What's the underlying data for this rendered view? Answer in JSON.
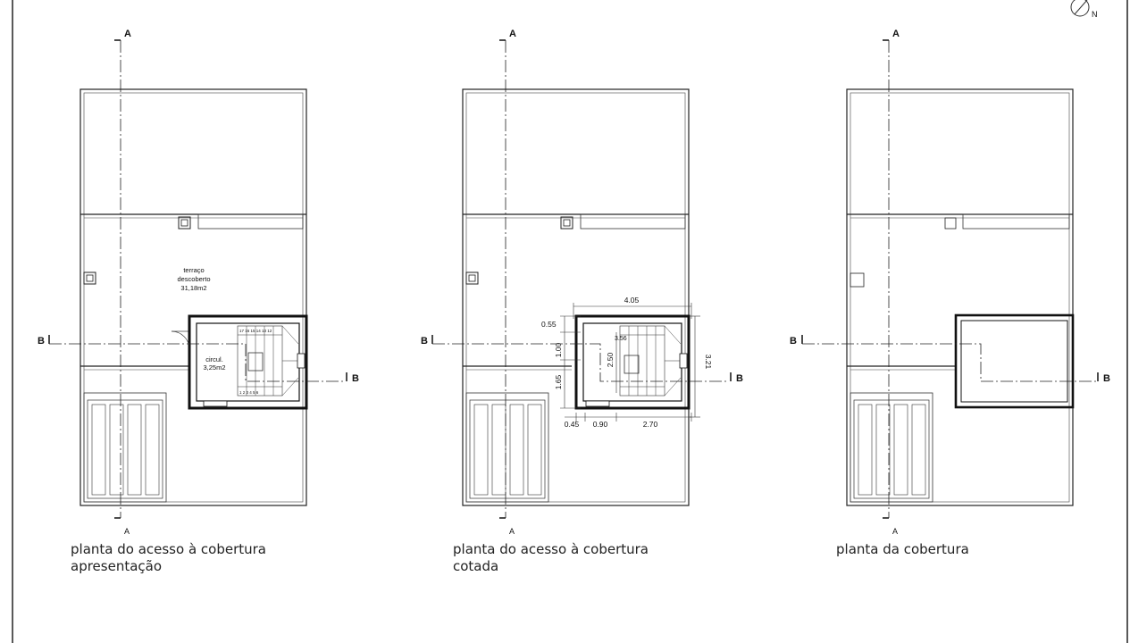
{
  "north": {
    "label": "N",
    "icon": "north-arrow-icon"
  },
  "section_labels": {
    "a": "A",
    "b": "B"
  },
  "plans": [
    {
      "caption_line1": "planta do acesso à cobertura",
      "caption_line2": "apresentação",
      "terrace_label_1": "terraço",
      "terrace_label_2": "descoberto",
      "terrace_area": "31,18m2",
      "circ_label": "circul.",
      "circ_area": "3,25m2"
    },
    {
      "caption_line1": "planta do acesso à cobertura",
      "caption_line2": "cotada",
      "dimensions": {
        "width_top": "4.05",
        "left_upper": "0.55",
        "left_mid": "1.00",
        "left_lower": "1.65",
        "inner_vertical": "2.50",
        "inner_small": "3.56",
        "right_height": "3.21",
        "bottom_a": "0.45",
        "bottom_b": "0.90",
        "bottom_c": "2.70"
      }
    },
    {
      "caption_line1": "planta da cobertura",
      "caption_line2": ""
    }
  ]
}
